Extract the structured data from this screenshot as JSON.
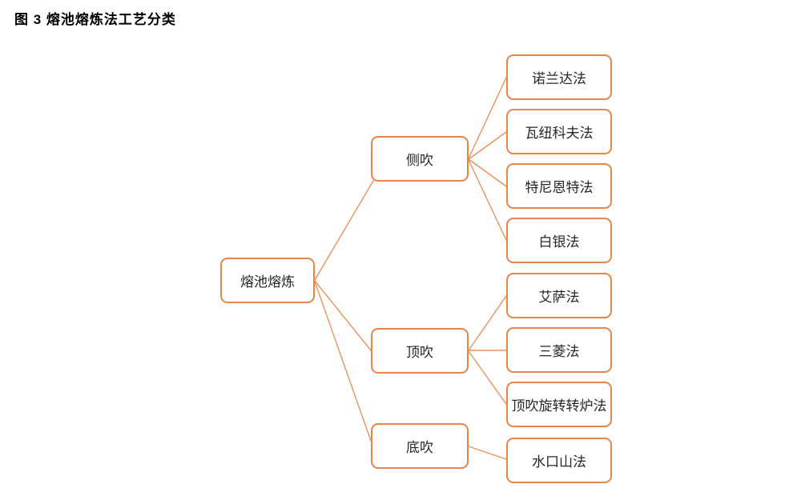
{
  "figure": {
    "title": "图 3  熔池熔炼法工艺分类"
  },
  "colors": {
    "background": "#FFFFFF",
    "node_border": "#E8854A",
    "connector": "#E9935C",
    "node_text": "#262626",
    "title_text": "#000000"
  },
  "tree": {
    "root": "熔池熔炼",
    "branches": [
      {
        "label": "侧吹",
        "children": [
          "诺兰达法",
          "瓦纽科夫法",
          "特尼恩特法",
          "白银法"
        ]
      },
      {
        "label": "顶吹",
        "children": [
          "艾萨法",
          "三菱法",
          "顶吹旋转转炉法"
        ]
      },
      {
        "label": "底吹",
        "children": [
          "水口山法"
        ]
      }
    ]
  }
}
